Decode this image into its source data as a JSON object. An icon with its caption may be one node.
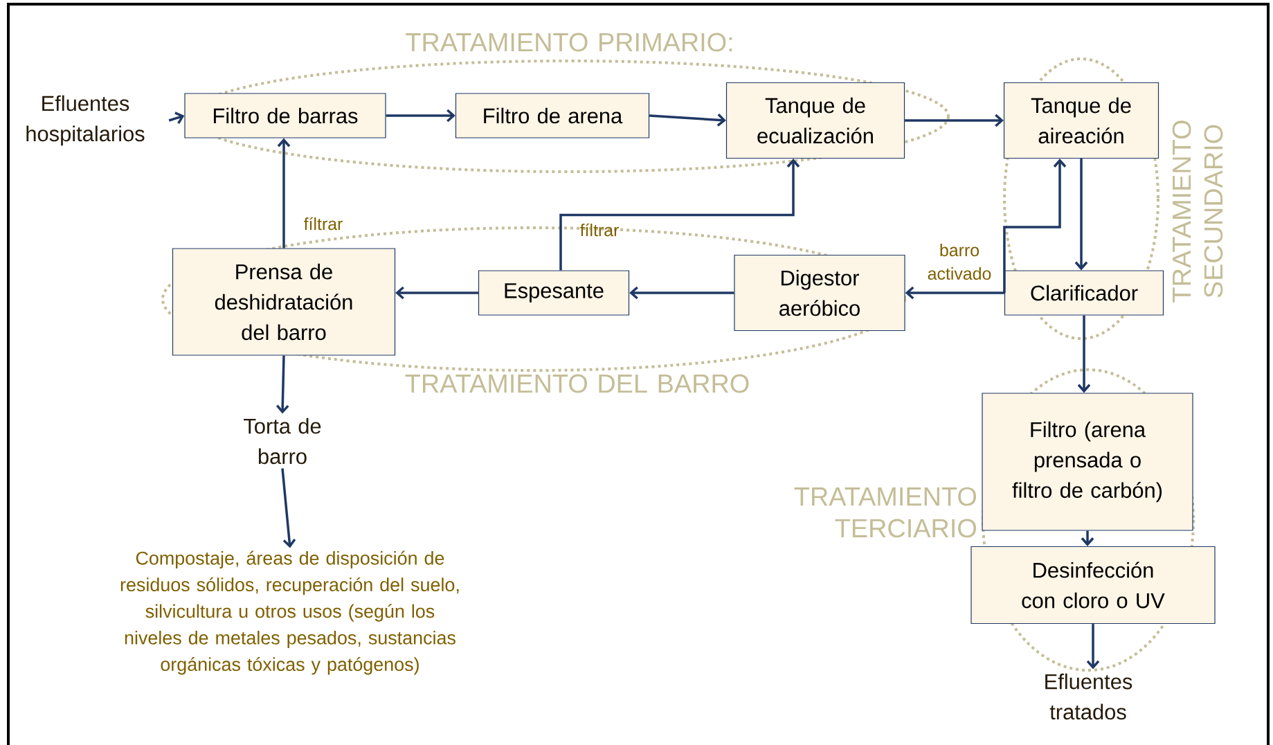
{
  "diagram": {
    "nodes": [
      {
        "text": [
          "Efluentes hospitalarios"
        ]
      },
      {
        "text": [
          "Filtro de barras"
        ]
      },
      {
        "text": [
          "Filtro de arena"
        ]
      },
      {
        "text": [
          "Tanque de ecualización"
        ]
      },
      {
        "text": [
          "Tanque de aireación"
        ]
      },
      {
        "text": [
          "Prensa de deshidratación del barro"
        ]
      },
      {
        "text": [
          "Espesante"
        ]
      },
      {
        "text": [
          "Digestor aeróbico"
        ]
      },
      {
        "text": [
          "Clarificador"
        ]
      },
      {
        "text": [
          "Torta de barro"
        ]
      },
      {
        "text": [
          "Compostaje, áreas de disposición de residuos sólidos, recuperación del suelo, silvicultura u otros usos (según los niveles de metales pesados, sustancias orgánicas tóxicas y patógenos)"
        ]
      },
      {
        "text": [
          "Filtro (arena prensada o filtro de carbón)"
        ]
      },
      {
        "text": [
          "Desinfección con cloro o UV"
        ]
      },
      {
        "text": [
          "Efluentes tratados"
        ]
      }
    ],
    "edges": [
      {
        "from": 0,
        "to": 1,
        "arrow": "to"
      },
      {
        "from": 1,
        "to": 2,
        "arrow": "to"
      },
      {
        "from": 2,
        "to": 3,
        "arrow": "to"
      },
      {
        "from": 3,
        "to": 4,
        "arrow": "to"
      },
      {
        "from": 4,
        "to": 8,
        "arrow": "to"
      },
      {
        "from": 8,
        "to": 4,
        "arrow": "to"
      },
      {
        "from": 8,
        "to": 7,
        "arrow": "to",
        "label": "barro activado"
      },
      {
        "from": 7,
        "to": 6,
        "arrow": "to"
      },
      {
        "from": 6,
        "to": 5,
        "arrow": "to"
      },
      {
        "from": 6,
        "to": 3,
        "arrow": "to",
        "label": "fíltrar"
      },
      {
        "from": 5,
        "to": 1,
        "arrow": "to",
        "label": "fíltrar"
      },
      {
        "from": 5,
        "to": 9,
        "arrow": "to"
      },
      {
        "from": 9,
        "to": 10,
        "arrow": "to"
      },
      {
        "from": 8,
        "to": 11,
        "arrow": "to"
      },
      {
        "from": 11,
        "to": 12,
        "arrow": "to"
      },
      {
        "from": 12,
        "to": 13,
        "arrow": "to"
      }
    ],
    "labels": [
      "TRATAMIENTO PRIMARIO:",
      "TRATAMIENTO SECUNDARIO",
      "TRATAMIENTO DEL BARRO",
      "TRATAMIENTO TERCIARIO"
    ]
  }
}
